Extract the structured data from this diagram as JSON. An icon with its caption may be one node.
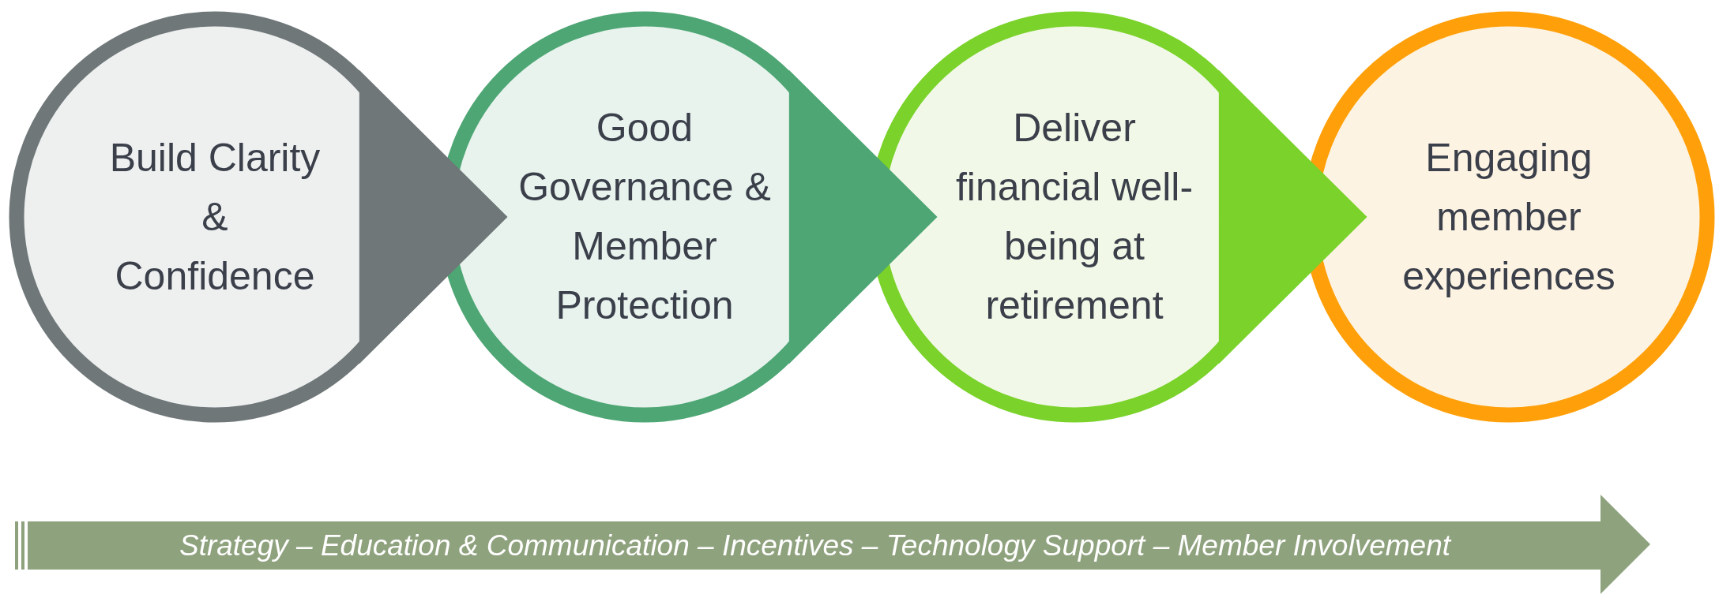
{
  "diagram": {
    "nodes": [
      {
        "text": [
          "Build Clarity & Confidence"
        ]
      },
      {
        "text": [
          "Good Governance & Member Protection"
        ]
      },
      {
        "text": [
          "Deliver financial well-being at retirement"
        ]
      },
      {
        "text": [
          "Engaging member experiences"
        ]
      },
      {
        "text": [
          "Strategy – Education & Communication – Incentives – Technology Support – Member Involvement"
        ]
      }
    ],
    "edges": [
      {
        "from": 0,
        "to": 1,
        "arrow": "to"
      },
      {
        "from": 1,
        "to": 2,
        "arrow": "to"
      },
      {
        "from": 2,
        "to": 3,
        "arrow": "to"
      }
    ]
  }
}
